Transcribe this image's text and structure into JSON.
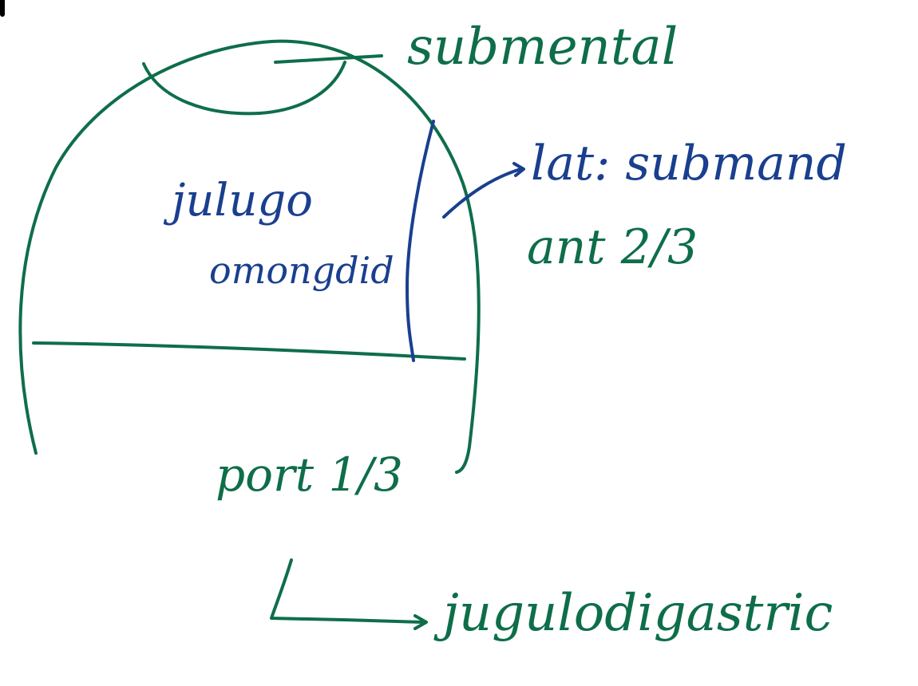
{
  "colors": {
    "green_ink": "#0e6e4a",
    "blue_ink": "#1a3f8f",
    "background": "#ffffff"
  },
  "labels": {
    "submental": "submental",
    "jugulo_line1": "julugo",
    "jugulo_line2": "omongdid",
    "lateral": "lat: submand",
    "anterior": "ant 2/3",
    "posterior": "port 1/3",
    "jugulodigastric": "jugulodigastric"
  }
}
